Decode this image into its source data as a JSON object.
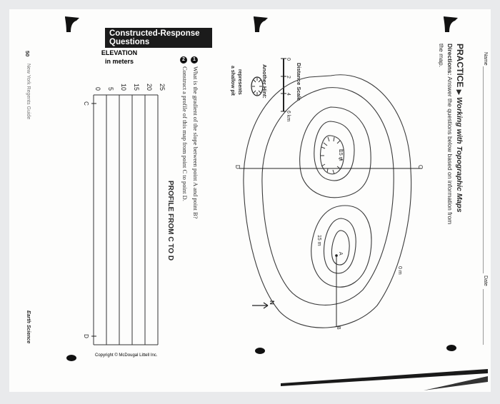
{
  "header": {
    "name_label": "Name",
    "date_label": "Date"
  },
  "practice": {
    "label": "PRACTICE",
    "title": "Working with Topographic Maps",
    "directions_label": "Directions:",
    "directions": "Answer the questions below based on information from",
    "directions_line2": "the map."
  },
  "scale": {
    "title": "Distance Scale",
    "ticks": [
      "0",
      "2",
      "4",
      "6 km"
    ],
    "hint_title": "Another Hint:",
    "hint_1": "represents",
    "hint_2": "a shallow pit"
  },
  "map": {
    "points": {
      "a": "A",
      "b": "B",
      "c": "C",
      "d": "D"
    },
    "contour_labels": {
      "zero": "0 m",
      "fifteen_a": "15 m",
      "fifteen_b": "15 m"
    },
    "north": "N"
  },
  "banner": {
    "line1": "Constructed-Response",
    "line2": "Questions"
  },
  "questions": [
    {
      "num": "1",
      "text": "What is the gradient of the slope between point A and point B?"
    },
    {
      "num": "2",
      "text": "Construct a profile of this map from point C to point D."
    }
  ],
  "chart_data": {
    "type": "line",
    "title": "PROFILE FROM C TO D",
    "ylabel": "ELEVATION",
    "ylabel_unit": "in meters",
    "y_ticks": [
      0,
      5,
      10,
      15,
      20,
      25
    ],
    "ylim": [
      0,
      25
    ],
    "x_endpoints": [
      "C",
      "D"
    ],
    "series": [],
    "grid": true
  },
  "footer": {
    "page_number": "50",
    "guide": "New York Regents Guide",
    "subject": "Earth Science",
    "copyright": "Copyright © McDougal Littell Inc."
  }
}
